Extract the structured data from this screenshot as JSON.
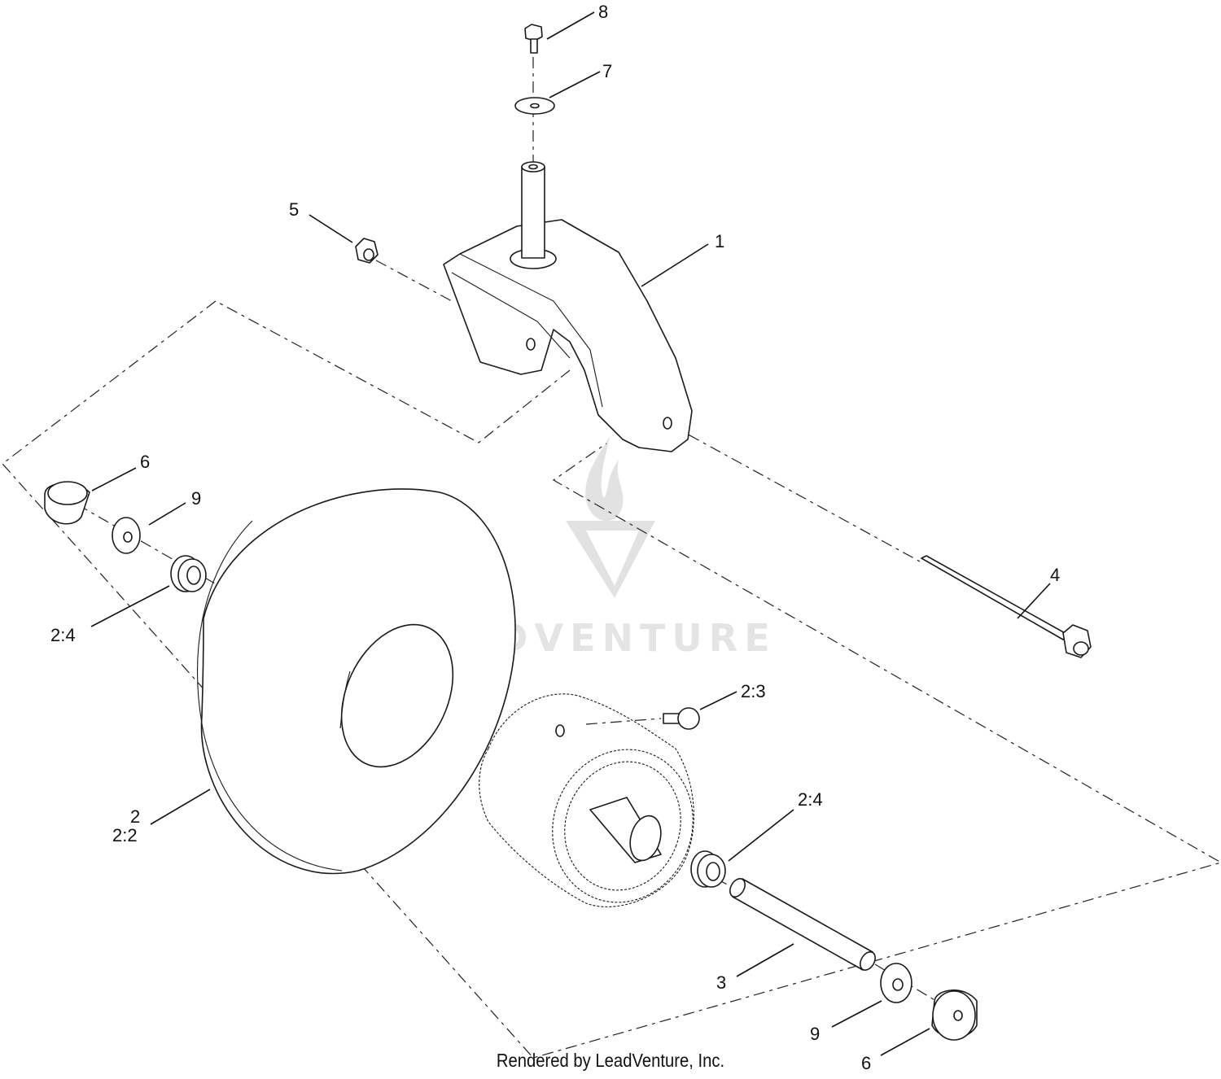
{
  "callouts": {
    "c8": "8",
    "c7": "7",
    "c5": "5",
    "c1": "1",
    "c6_top": "6",
    "c9_top": "9",
    "c2_4_left": "2:4",
    "c4": "4",
    "c2_3": "2:3",
    "c2": "2",
    "c2_2": "2:2",
    "c2_4_right": "2:4",
    "c3": "3",
    "c9_bottom": "9",
    "c6_bottom": "6"
  },
  "watermark": {
    "brand": "LEADVENTURE"
  },
  "footer": {
    "text": "Rendered by LeadVenture, Inc."
  }
}
